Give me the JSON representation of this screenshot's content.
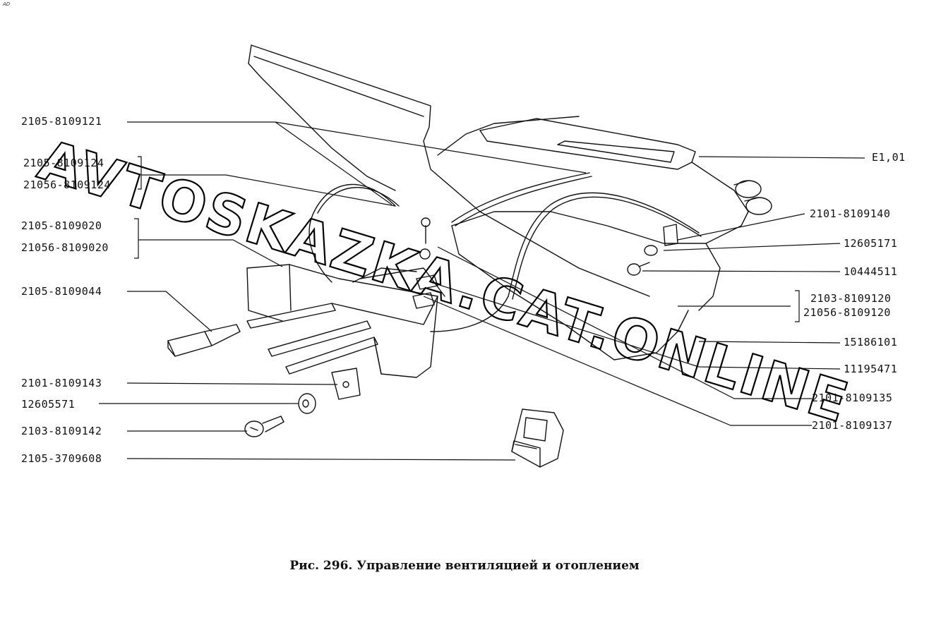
{
  "corner_mark": "AD",
  "caption": "Рис. 296. Управление вентиляцией и отоплением",
  "watermark": "AVTOSKAZKA.CAT.ONLINE",
  "left_labels": {
    "l1": "2105-8109121",
    "l2a": "2105-8109124",
    "l2b": "21056-8109124",
    "l3a": "2105-8109020",
    "l3b": "21056-8109020",
    "l4": "2105-8109044",
    "l5": "2101-8109143",
    "l6": "12605571",
    "l7": "2103-8109142",
    "l8": "2105-3709608"
  },
  "right_labels": {
    "r1": "E1,01",
    "r2": "2101-8109140",
    "r3": "12605171",
    "r4": "10444511",
    "r5a": "2103-8109120",
    "r5b": "21056-8109120",
    "r6": "15186101",
    "r7": "11195471",
    "r8": "2101-8109135",
    "r9": "2101-8109137"
  },
  "colors": {
    "ink": "#111111",
    "watermark": "#000000"
  }
}
